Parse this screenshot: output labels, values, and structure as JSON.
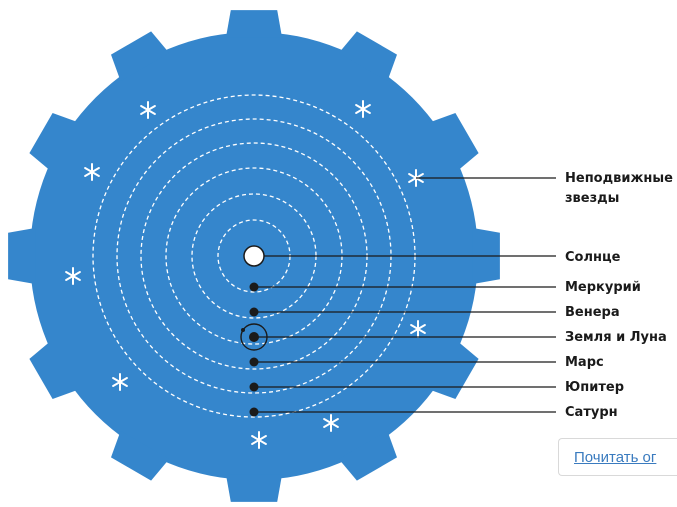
{
  "diagram": {
    "colors": {
      "gear": "#3586cc",
      "orbit": "#ffffff",
      "planet": "#1b1b1b",
      "sun": "#ffffff",
      "star": "#ffffff",
      "leader": "#1b1b1b",
      "link": "#3a7bbf"
    },
    "labels": {
      "fixed_stars_line1": "Неподвижные",
      "fixed_stars_line2": "звезды",
      "sun": "Солнце",
      "mercury": "Меркурий",
      "venus": "Венера",
      "earth_moon": "Земля и Луна",
      "mars": "Марс",
      "jupiter": "Юпитер",
      "saturn": "Сатурн"
    },
    "star_icon": "six-point-star-icon"
  },
  "read_button": {
    "label": "Почитать ог"
  }
}
